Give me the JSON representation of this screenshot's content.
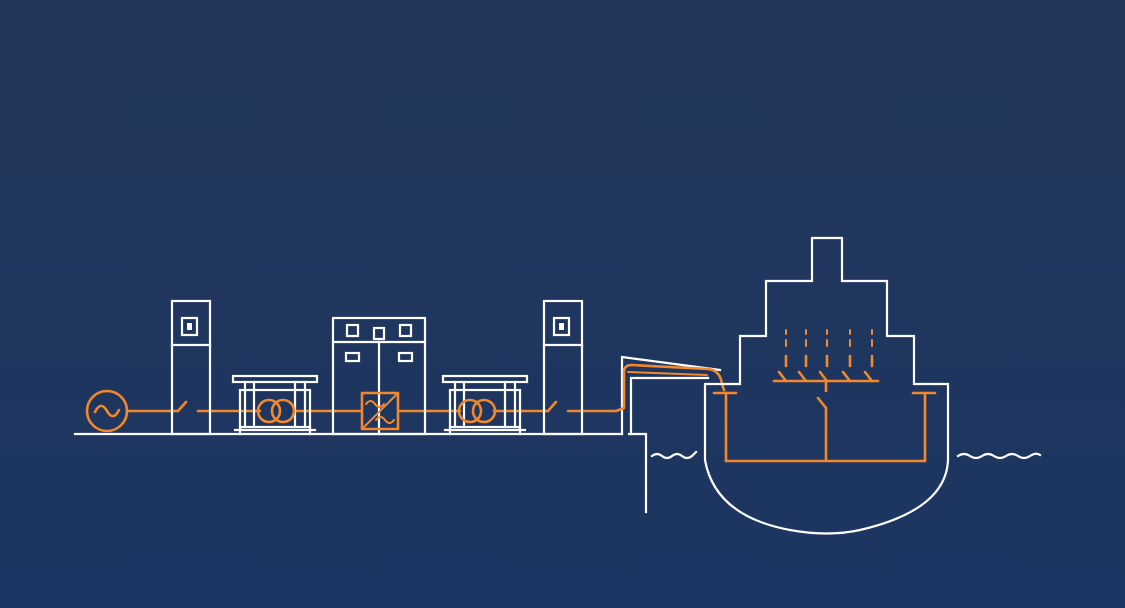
{
  "colors": {
    "background_top": "#24375a",
    "background_bottom": "#1b3562",
    "line_white": "#ffffff",
    "line_orange": "#f2882b"
  },
  "diagram": {
    "type": "shore-to-ship power supply schematic",
    "components": [
      {
        "name": "generator",
        "icon": "ac-source-icon",
        "symbol": "~"
      },
      {
        "name": "switch-cabinet-1",
        "icon": "cabinet-icon"
      },
      {
        "name": "transformer-1",
        "icon": "transformer-icon"
      },
      {
        "name": "frequency-converter",
        "icon": "converter-icon"
      },
      {
        "name": "transformer-2",
        "icon": "transformer-icon"
      },
      {
        "name": "switch-cabinet-2",
        "icon": "cabinet-icon"
      },
      {
        "name": "quay-cable-connection",
        "icon": "cable-reel-icon"
      },
      {
        "name": "ship",
        "icon": "ship-icon"
      }
    ],
    "ship_outlet_switches": 5
  }
}
